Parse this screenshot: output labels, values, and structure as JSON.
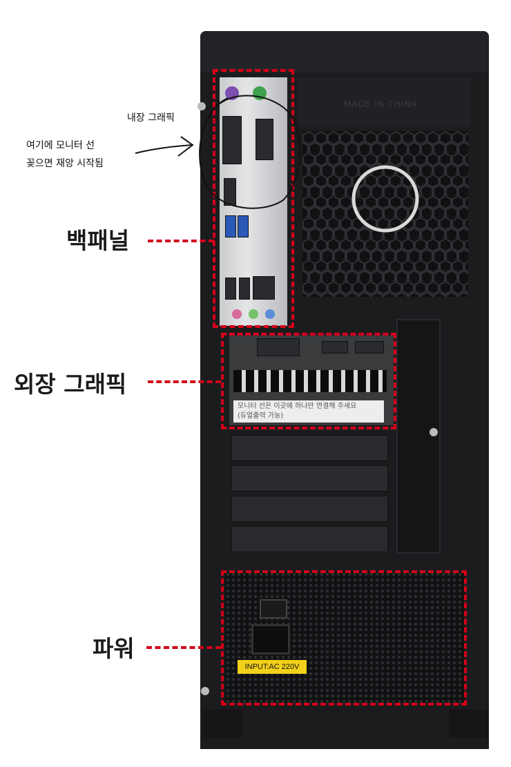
{
  "labels": {
    "back_panel": "백패널",
    "external_graphics": "외장 그래픽",
    "power": "파워",
    "internal_graphics": "내장 그래픽",
    "note_line1": "여기에 모니터 선",
    "note_line2": "꽂으면 재앙 시작됨"
  },
  "case": {
    "made_in": "MADE IN CHINA",
    "gpu_label_line1": "모니터 선은 이곳에 하나만 연결해 주세요",
    "gpu_label_line2": "(듀얼출력 가능)",
    "psu_label": "INPUT:AC 220V"
  },
  "colors": {
    "annotation_red": "#d4001a",
    "case_black": "#1b1c1e",
    "psu_yellow": "#f2d11a"
  },
  "icons": [
    "arrow-annotation",
    "circle-annotation"
  ]
}
